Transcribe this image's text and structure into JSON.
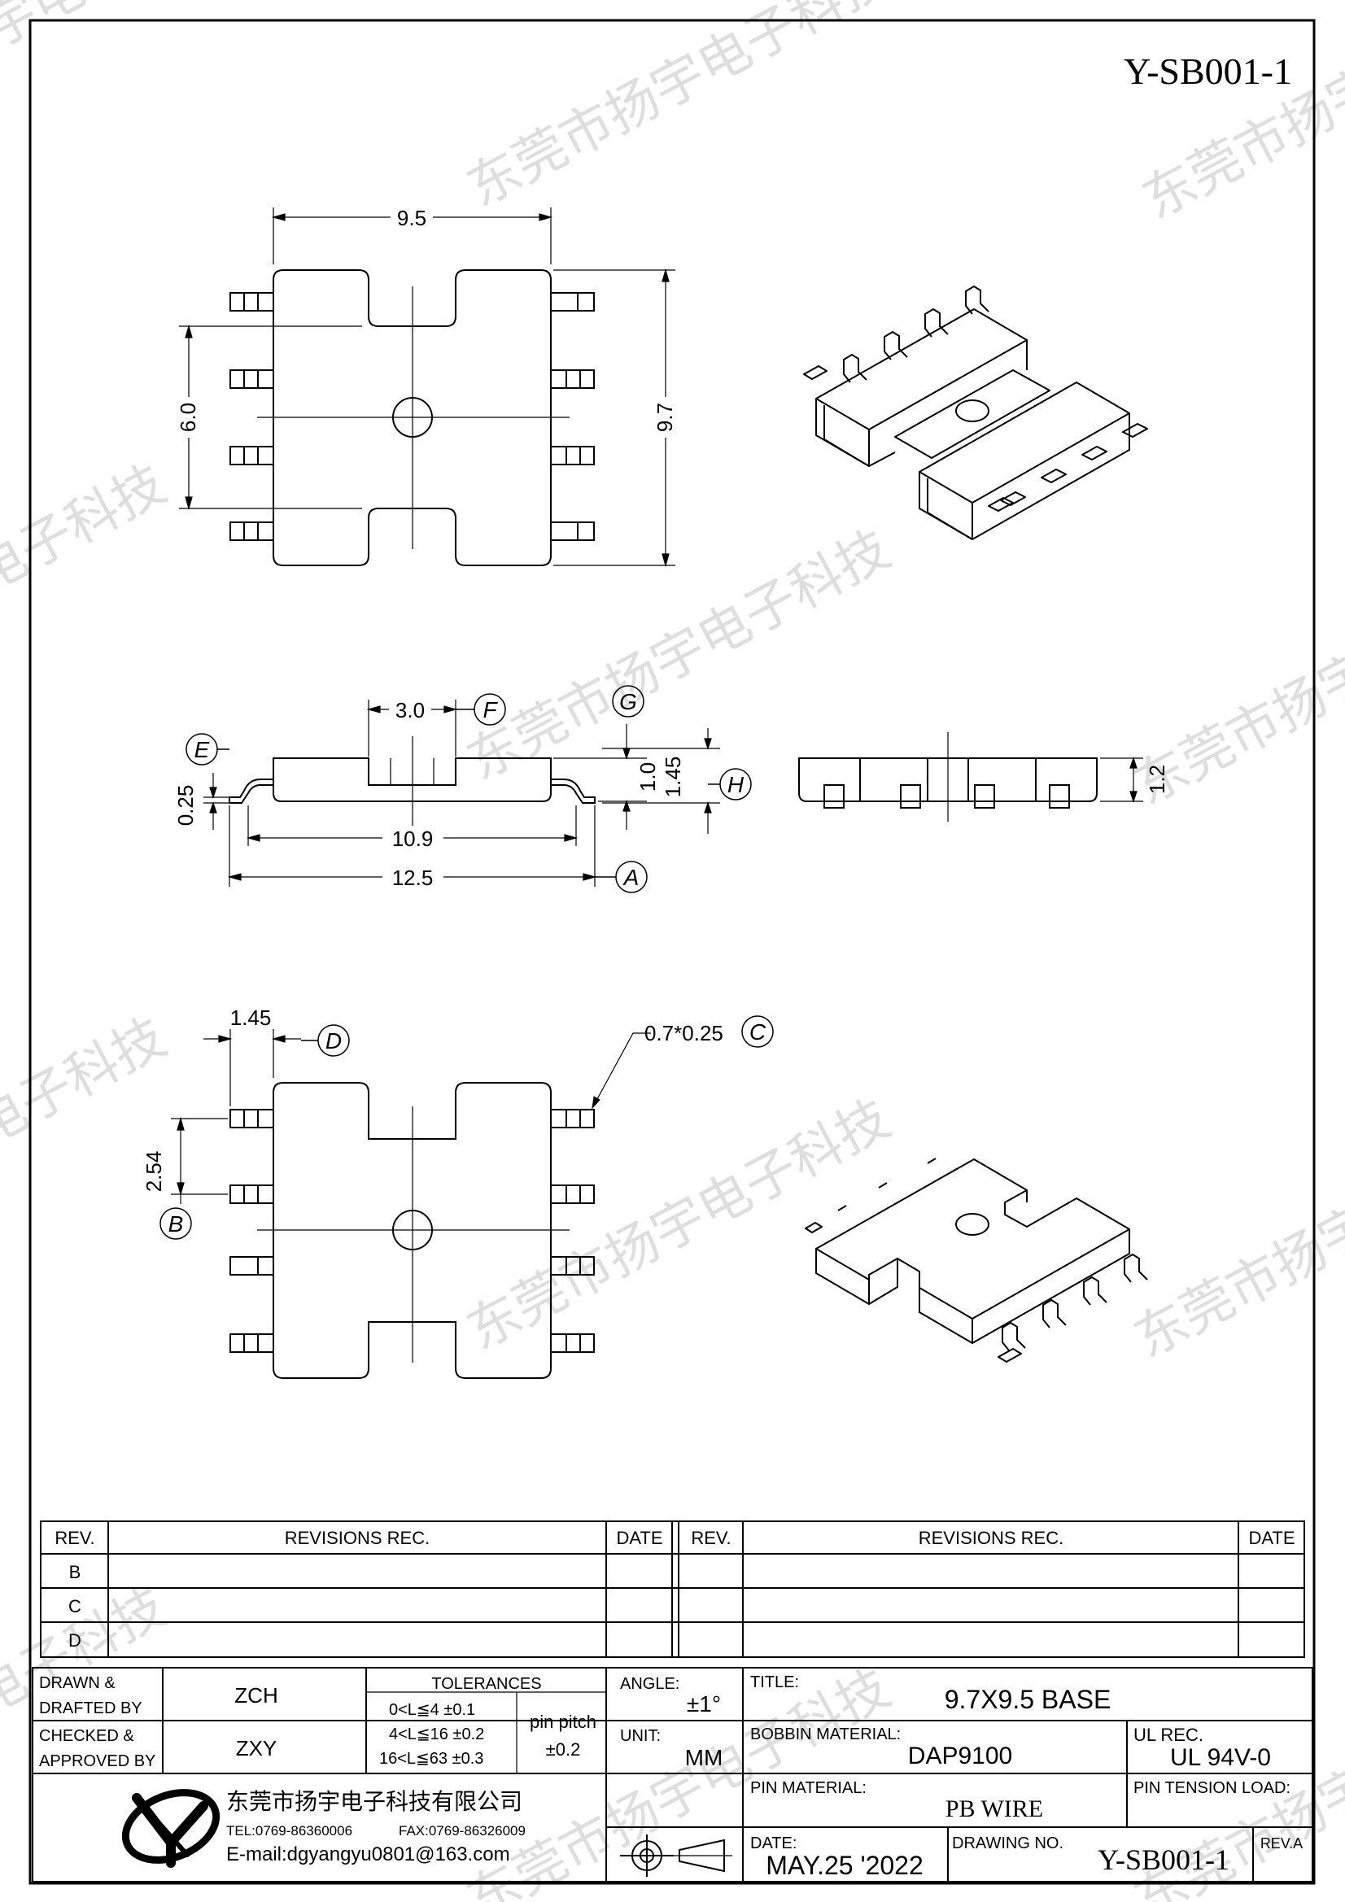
{
  "drawing_code": "Y-SB001-1",
  "watermark": "东莞市扬宇电子科技",
  "dimensions": {
    "top_width": "9.5",
    "top_left_height": "6.0",
    "top_right_height": "9.7",
    "slot_width": "3.0",
    "pin_span": "10.9",
    "overall_length": "12.5",
    "lead_thickness": "0.25",
    "body_height": "1.0",
    "total_height": "1.45",
    "side_height": "1.2",
    "pin_width": "1.45",
    "pin_pitch": "2.54",
    "pin_section": "0.7*0.25"
  },
  "callouts": {
    "A": "A",
    "B": "B",
    "C": "C",
    "D": "D",
    "E": "E",
    "F": "F",
    "G": "G",
    "H": "H"
  },
  "revisions": {
    "headers": {
      "rev": "REV.",
      "rec": "REVISIONS   REC.",
      "date": "DATE"
    },
    "rows": [
      "B",
      "C",
      "D"
    ]
  },
  "title_block": {
    "drawn_label_1": "DRAWN &",
    "drawn_label_2": "DRAFTED BY",
    "drawn_value": "ZCH",
    "checked_label_1": "CHECKED &",
    "checked_label_2": "APPROVED BY",
    "checked_value": "ZXY",
    "tolerances_label": "TOLERANCES",
    "tol_1": "0<L≦4    ±0.1",
    "tol_2": "4<L≦16  ±0.2",
    "tol_3": "16<L≦63  ±0.3",
    "pin_pitch_label": "pin  pitch",
    "pin_pitch_tol": "±0.2",
    "angle_label": "ANGLE:",
    "angle_value": "±1°",
    "unit_label": "UNIT:",
    "unit_value": "MM",
    "title_label": "TITLE:",
    "title_value": "9.7X9.5  BASE",
    "bobbin_label": "BOBBIN  MATERIAL:",
    "bobbin_value": "DAP9100",
    "ul_label": "UL  REC.",
    "ul_value": "UL  94V-0",
    "pin_material_label": "PIN  MATERIAL:",
    "pin_material_value": "PB WIRE",
    "pin_tension_label": "PIN  TENSION  LOAD:",
    "company_name": "东莞市扬宇电子科技有限公司",
    "tel": "TEL:0769-86360006",
    "fax": "FAX:0769-86326009",
    "email": "E-mail:dgyangyu0801@163.com",
    "date_label": "DATE:",
    "date_value": "MAY.25  '2022",
    "drawing_no_label": "DRAWING  NO.",
    "drawing_no_value": "Y-SB001-1",
    "rev_label": "REV.A"
  }
}
